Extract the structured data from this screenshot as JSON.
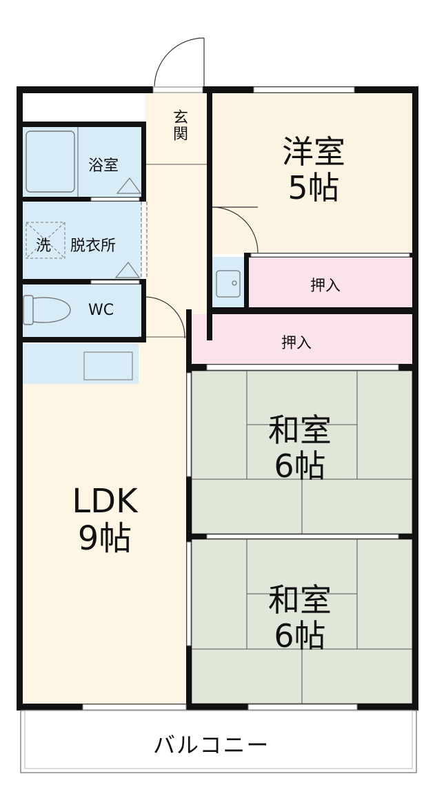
{
  "colors": {
    "wall": "#111111",
    "western_floor": "#fcf4e2",
    "ldk_floor": "#fdf6e4",
    "tatami": "#e1e7d8",
    "closet": "#fbe3ee",
    "wet_area": "#d7ecf7",
    "balcony": "#ffffff"
  },
  "rooms": {
    "entrance": {
      "label": "玄関"
    },
    "western": {
      "name": "洋室",
      "size": "5帖"
    },
    "bath": {
      "label": "浴室"
    },
    "washer": {
      "label": "洗"
    },
    "dressing": {
      "label": "脱衣所"
    },
    "wc": {
      "label": "WC"
    },
    "closet_upper": {
      "label": "押入"
    },
    "closet_lower": {
      "label": "押入"
    },
    "ldk": {
      "name": "LDK",
      "size": "9帖"
    },
    "washitsu_upper": {
      "name": "和室",
      "size": "6帖"
    },
    "washitsu_lower": {
      "name": "和室",
      "size": "6帖"
    },
    "balcony": {
      "label": "バルコニー"
    }
  }
}
